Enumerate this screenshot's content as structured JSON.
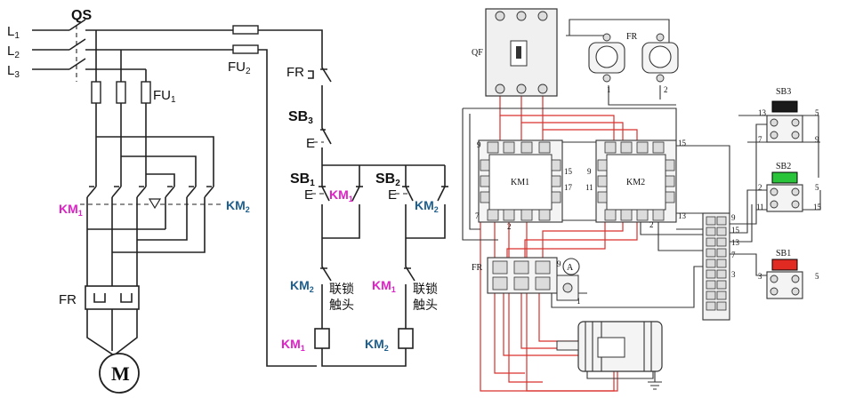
{
  "colors": {
    "km1": "#e020c8",
    "km2": "#1d5e8c",
    "wire": "#222222",
    "red_wire": "#d9302c",
    "fr_label": "#2a2a8c"
  },
  "schematic": {
    "lines": {
      "l1_main": "L",
      "l1_sub": "1",
      "l2_main": "L",
      "l2_sub": "2",
      "l3_main": "L",
      "l3_sub": "3"
    },
    "qs": "QS",
    "fu1": {
      "main": "FU",
      "sub": "1"
    },
    "fu2": {
      "main": "FU",
      "sub": "2"
    },
    "main_km1": {
      "main": "KM",
      "sub": "1"
    },
    "main_km2": {
      "main": "KM",
      "sub": "2"
    },
    "fr_main": "FR",
    "motor": "M",
    "fr_ctrl": "FR",
    "sb3": {
      "main": "SB",
      "sub": "3"
    },
    "sb1": {
      "main": "SB",
      "sub": "1"
    },
    "sb2": {
      "main": "SB",
      "sub": "2"
    },
    "self_km1": {
      "main": "KM",
      "sub": "1"
    },
    "self_km2": {
      "main": "KM",
      "sub": "2"
    },
    "interlock_km2": {
      "main": "KM",
      "sub": "2"
    },
    "interlock_km1": {
      "main": "KM",
      "sub": "1"
    },
    "interlock_text_1a": "联锁",
    "interlock_text_1b": "触头",
    "interlock_text_2a": "联锁",
    "interlock_text_2b": "触头",
    "coil_km1": {
      "main": "KM",
      "sub": "1"
    },
    "coil_km2": {
      "main": "KM",
      "sub": "2"
    },
    "switch_mark_1": "E",
    "switch_mark_2": "E",
    "switch_mark_3": "E"
  },
  "wiring": {
    "qf": "QF",
    "fr_top": "FR",
    "fr_t1": "1",
    "fr_t2": "2",
    "km1": "KM1",
    "km2": "KM2",
    "fr_block": "FR",
    "ammeter": "A",
    "sb3": "SB3",
    "sb2": "SB2",
    "sb1": "SB1",
    "terminal_nums": {
      "t9a": "9",
      "t15a": "15",
      "t15b": "15",
      "t17": "17",
      "t9b": "9",
      "t11": "11",
      "t7": "7",
      "t2a": "2",
      "t2b": "2",
      "t13a": "13",
      "tb9": "9",
      "tb15": "15",
      "tb13": "13",
      "tb7": "7",
      "tb3": "3",
      "sb3_13": "13",
      "sb3_5": "5",
      "sb3_7": "7",
      "sb3_9": "9",
      "sb2_2": "2",
      "sb2_5": "5",
      "sb2_11": "11",
      "sb2_15": "15",
      "sb1_3": "3",
      "sb1_5": "5",
      "fr_9": "9",
      "fr_1": "1"
    }
  }
}
